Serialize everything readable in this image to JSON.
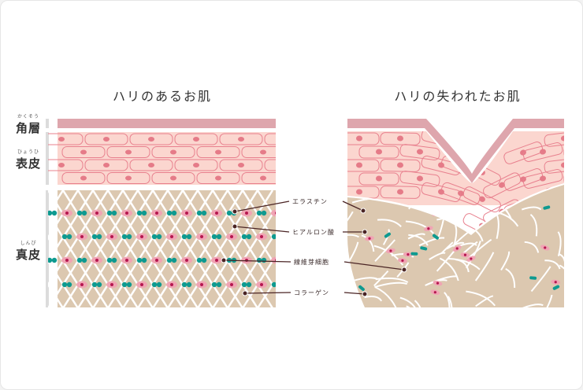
{
  "titles": {
    "healthy": "ハリのあるお肌",
    "aged": "ハリの失われたお肌"
  },
  "layers": [
    {
      "ruby": "かくそう",
      "name": "角層"
    },
    {
      "ruby": "ひょうひ",
      "name": "表皮"
    },
    {
      "ruby": "しんぴ",
      "name": "真皮"
    }
  ],
  "callouts": [
    "エラスチン",
    "ヒアルロン酸",
    "線維芽細胞",
    "コラーゲン"
  ],
  "colors": {
    "corneum": "#dea6ad",
    "epidermis": "#fbd6cf",
    "cell_border": "#e8808e",
    "nucleus": "#e57b88",
    "dermis": "#dcc8b0",
    "elastin": "#0e9a90",
    "fibroblast": "#e06a8e",
    "leader": "#4a2424"
  }
}
